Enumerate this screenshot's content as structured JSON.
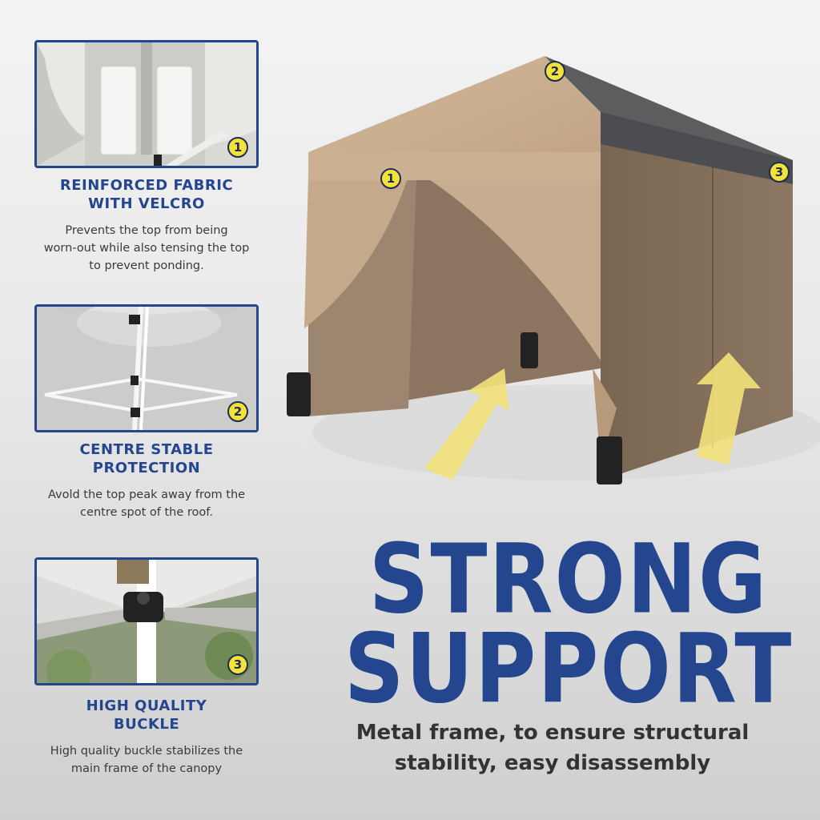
{
  "features": [
    {
      "badge": "1",
      "title_line1": "REINFORCED FABRIC",
      "title_line2": "WITH VELCRO",
      "desc_line1": "Prevents the top from being",
      "desc_line2": "worn-out while also tensing the top",
      "desc_line3": "to prevent ponding.",
      "icon": "velcro-strap-photo"
    },
    {
      "badge": "2",
      "title_line1": "CENTRE STABLE",
      "title_line2": "PROTECTION",
      "desc_line1": "Avold the top peak away from the",
      "desc_line2": "centre spot of the roof.",
      "icon": "center-pole-photo"
    },
    {
      "badge": "3",
      "title_line1": "HIGH QUALITY",
      "title_line2": "BUCKLE",
      "desc_line1": "High quality buckle stabilizes the",
      "desc_line2": "main frame of the canopy",
      "icon": "buckle-photo"
    }
  ],
  "tent": {
    "badges": [
      "1",
      "2",
      "3"
    ],
    "icon": "canopy-tent-photo"
  },
  "headline": {
    "line1": "STRONG",
    "line2": "SUPPORT"
  },
  "tagline": {
    "line1": "Metal frame, to ensure structural",
    "line2": "stability, easy disassembly"
  },
  "colors": {
    "accent_blue": "#24468f",
    "badge_yellow": "#f3e23a",
    "tent_khaki": "#c8ad8e",
    "arrow_yellow": "#f2e27a"
  }
}
